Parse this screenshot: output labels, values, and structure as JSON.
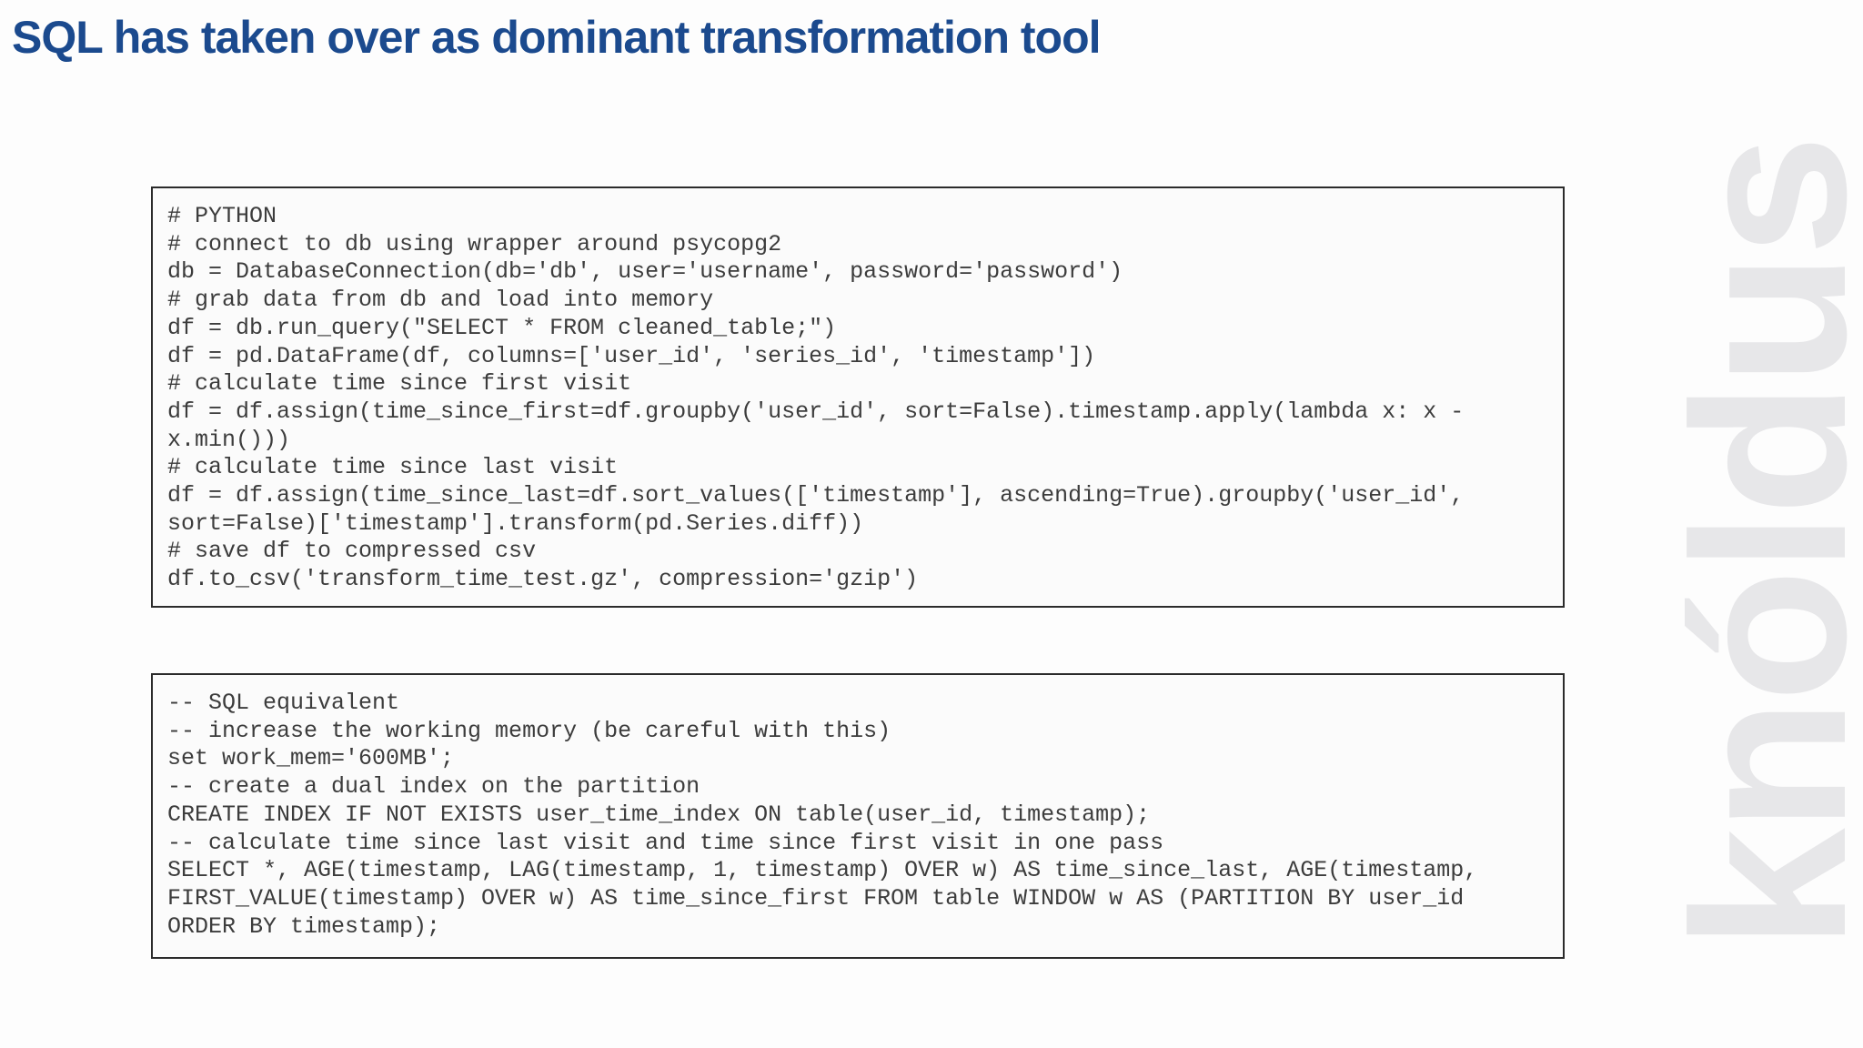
{
  "title": "SQL has taken over as dominant transformation tool",
  "watermark": "knóldus",
  "colors": {
    "title_blue": "#1b4a8e",
    "watermark_gray": "#e7e7e9",
    "code_text": "#3c3c3c",
    "box_border": "#2b2b2b",
    "box_background": "#fbfbfb"
  },
  "python_block": {
    "language": "Python",
    "lines": [
      "# PYTHON",
      "# connect to db using wrapper around psycopg2",
      "db = DatabaseConnection(db='db', user='username', password='password')",
      "# grab data from db and load into memory",
      "df = db.run_query(\"SELECT * FROM cleaned_table;\")",
      "df = pd.DataFrame(df, columns=['user_id', 'series_id', 'timestamp'])",
      "# calculate time since first visit",
      "df = df.assign(time_since_first=df.groupby('user_id', sort=False).timestamp.apply(lambda x: x -",
      "x.min()))",
      "# calculate time since last visit",
      "df = df.assign(time_since_last=df.sort_values(['timestamp'], ascending=True).groupby('user_id',",
      "sort=False)['timestamp'].transform(pd.Series.diff))",
      "# save df to compressed csv",
      "df.to_csv('transform_time_test.gz', compression='gzip')"
    ]
  },
  "sql_block": {
    "language": "SQL",
    "lines": [
      "-- SQL equivalent",
      "-- increase the working memory (be careful with this)",
      "set work_mem='600MB';",
      "-- create a dual index on the partition",
      "CREATE INDEX IF NOT EXISTS user_time_index ON table(user_id, timestamp);",
      "-- calculate time since last visit and time since first visit in one pass",
      "SELECT *, AGE(timestamp, LAG(timestamp, 1, timestamp) OVER w) AS time_since_last, AGE(timestamp,",
      "FIRST_VALUE(timestamp) OVER w) AS time_since_first FROM table WINDOW w AS (PARTITION BY user_id",
      "ORDER BY timestamp);"
    ]
  }
}
